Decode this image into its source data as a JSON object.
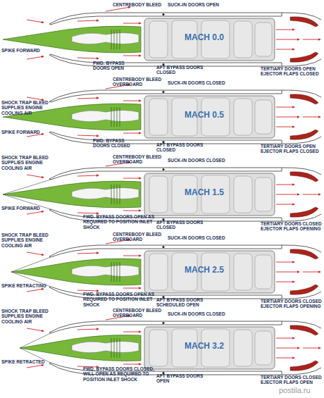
{
  "diagram": {
    "nodes": [
      {
        "text": [
          "MACH 0.0"
        ]
      },
      {
        "text": [
          "MACH 0.5"
        ]
      },
      {
        "text": [
          "MACH 1.5"
        ]
      },
      {
        "text": [
          "MACH 2.5"
        ]
      },
      {
        "text": [
          "MACH 3.2"
        ]
      }
    ],
    "labels": [
      "CENTREBODY BLEED",
      "SUCK-IN DOORS OPEN",
      "SPIKE FORWARD",
      "FWD. BYPASS DOORS OPEN",
      "AFT BYPASS DOORS CLOSED",
      "TERTIARY DOORS OPEN EJECTOR FLAPS CLOSED",
      "CENTREBODY BLEED OVERBOARD",
      "SUCK-IN DOORS CLOSED",
      "SHOCK TRAP BLEED SUPPLIES ENGINE COOLING AIR",
      "SPIKE FORWARD",
      "FWD. BYPASS DOORS CLOSED",
      "AFT BYPASS DOORS CLOSED",
      "TERTIARY DOORS OPEN EJECTOR FLAPS CLOSED",
      "SHOCK TRAP BLEED SUPPLIES ENGINE COOLING AIR",
      "CENTREBODY BLEED OVERBOARD",
      "SUCK-IN DOORS CLOSED",
      "SPIKE FORWARD",
      "FWD. BYPASS DOORS OPEN AS REQUIRED TO POSITION INLET SHOCK",
      "AFT BYPASS DOORS CLOSED",
      "TERTIARY DOORS CLOSED EJECTOR FLAPS OPENING",
      "SHOCK TRAP BLEED SUPPLIES ENGINE COOLING AIR",
      "CENTREBODY BLEED OVERBOARD",
      "SUCK-IN DOORS CLOSED",
      "SPIKE RETRACTING",
      "FWD. BYPASS DOORS OPEN AS REQUIRED TO POSITION INLET SHOCK",
      "AFT BYPASS DOORS SCHEDULED OPEN",
      "TERTIARY DOORS CLOSED EJECTOR FLAPS OPENING",
      "SHOCK TRAP BLEED SUPPLIES ENGINE COOLING AIR",
      "CENTREBODY BLEED OVERBOARD",
      "SUCK-IN DOORS CLOSED",
      "SPIKE RETRACTED",
      "FWD. BYPASS DOORS CLOSED, WILL OPEN AS REQUIRED TO POSITION INLET SHOCK",
      "AFT BYPASS DOORS OPEN",
      "TERTIARY DOORS CLOSED EJECTOR FLAPS OPEN",
      "postila.ru"
    ]
  }
}
